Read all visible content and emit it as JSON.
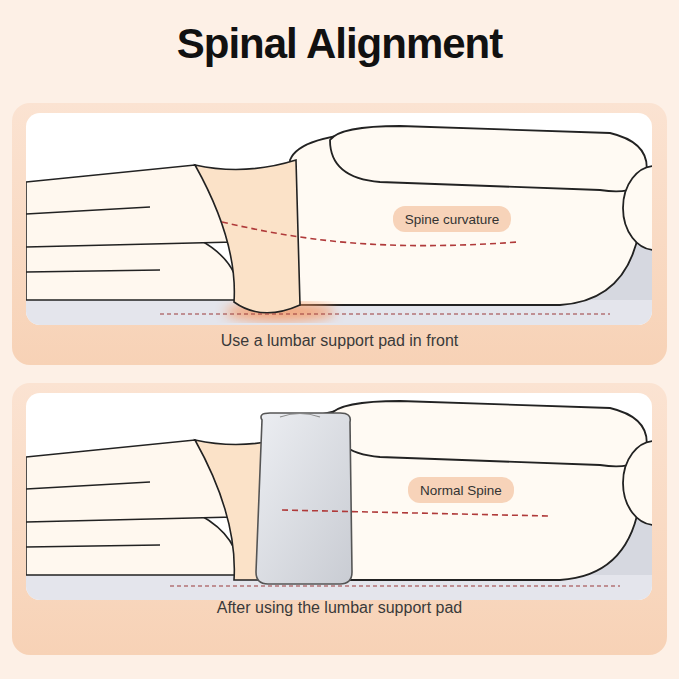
{
  "diagram": {
    "title": "Spinal Alignment",
    "nodes": [
      {
        "text": [
          "Use a lumbar support pad in front"
        ]
      },
      {
        "text": [
          "Spine curvature"
        ],
        "in": 0
      },
      {
        "text": [
          "After using the lumbar support pad"
        ]
      },
      {
        "text": [
          "Normal Spine"
        ],
        "in": 2
      }
    ]
  }
}
